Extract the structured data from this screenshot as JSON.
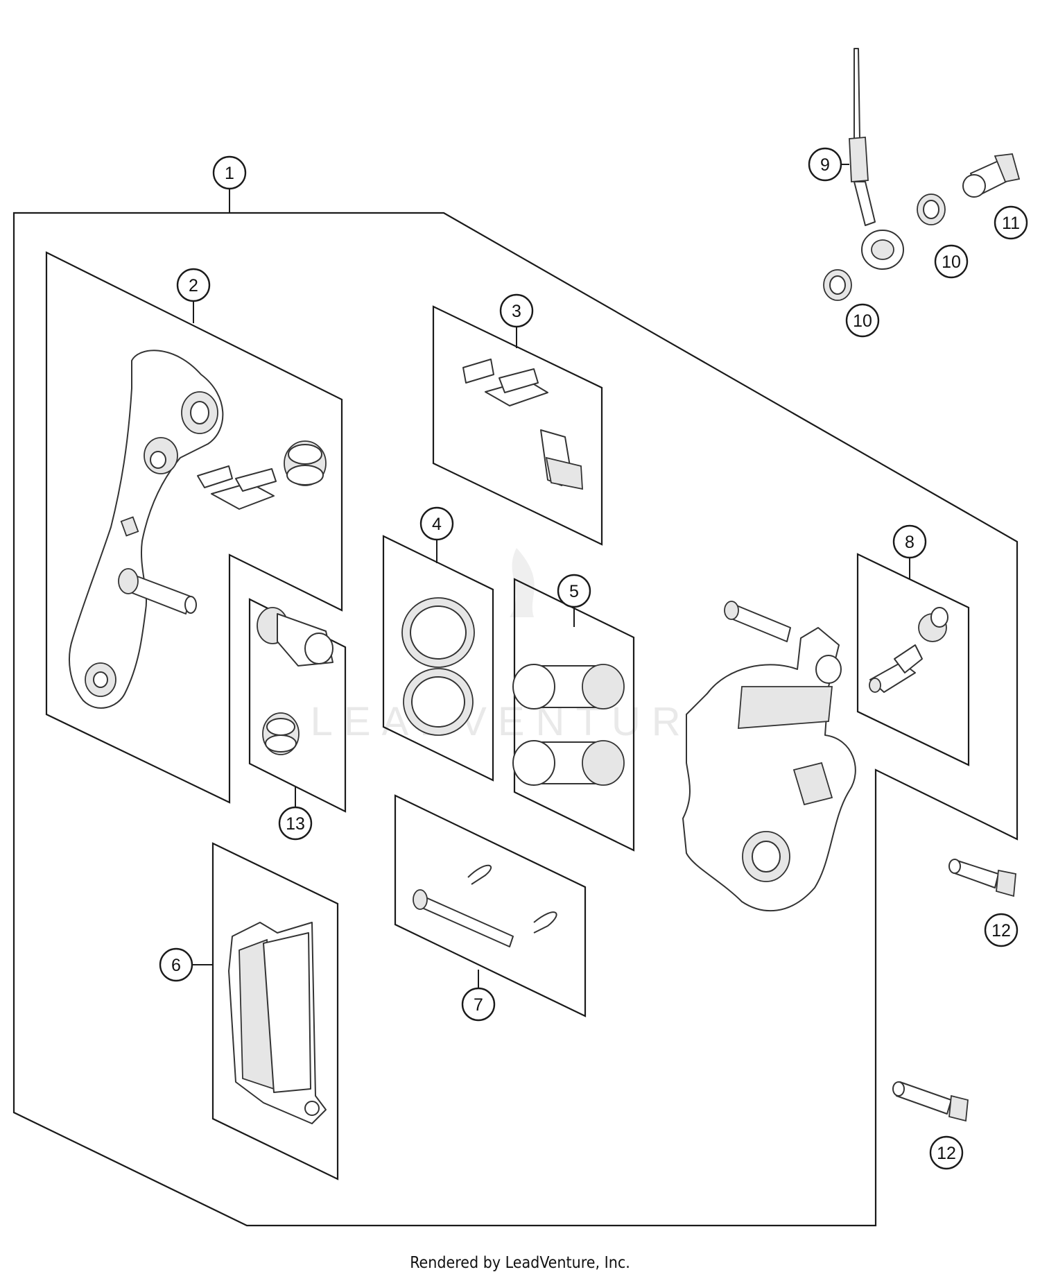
{
  "diagram": {
    "callouts": {
      "c1": "1",
      "c2": "2",
      "c3": "3",
      "c4": "4",
      "c5": "5",
      "c6": "6",
      "c7": "7",
      "c8": "8",
      "c9": "9",
      "c10a": "10",
      "c10b": "10",
      "c11": "11",
      "c12a": "12",
      "c12b": "12",
      "c13": "13"
    },
    "watermark": "LEADVENTURE"
  },
  "footer": {
    "text": "Rendered by LeadVenture, Inc."
  },
  "colors": {
    "line": "#1a1a1a",
    "part_fill": "#ffffff",
    "part_shade": "#e6e6e6",
    "watermark": "#e9e9e9"
  }
}
